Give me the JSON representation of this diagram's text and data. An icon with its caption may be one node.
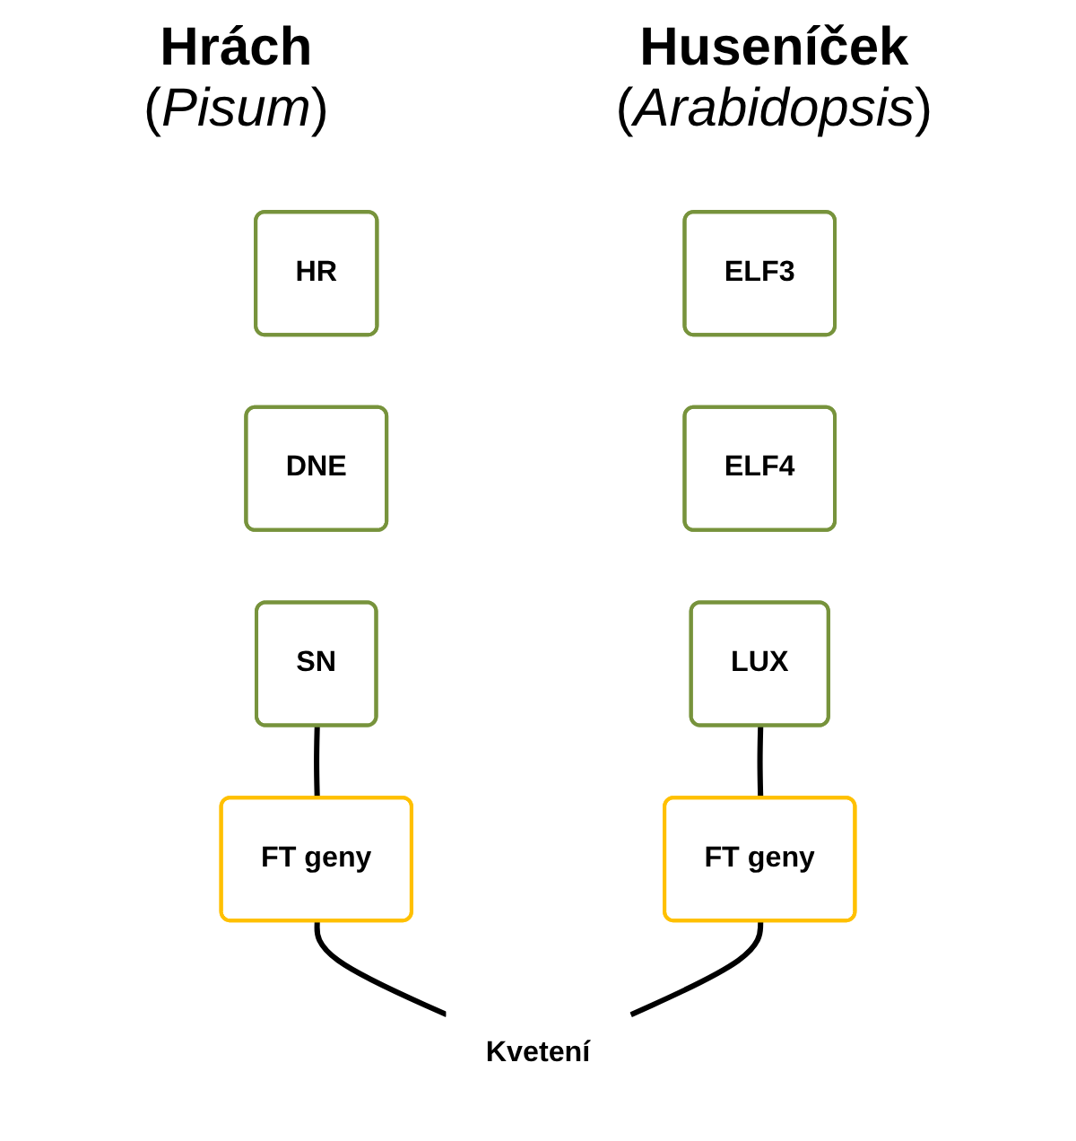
{
  "diagram": {
    "nodes": [
      {
        "text": [
          "HR"
        ]
      },
      {
        "text": [
          "ELF3"
        ]
      },
      {
        "text": [
          "DNE"
        ]
      },
      {
        "text": [
          "ELF4"
        ]
      },
      {
        "text": [
          "SN"
        ]
      },
      {
        "text": [
          "LUX"
        ]
      },
      {
        "text": [
          "FT geny"
        ]
      },
      {
        "text": [
          "FT geny"
        ]
      },
      {
        "text": [
          "Kvetení"
        ]
      }
    ],
    "edges": [
      {
        "from": 4,
        "to": 6,
        "arrow": "none"
      },
      {
        "from": 5,
        "to": 7,
        "arrow": "none"
      },
      {
        "from": 6,
        "to": 8,
        "arrow": "none"
      },
      {
        "from": 7,
        "to": 8,
        "arrow": "none"
      }
    ],
    "labels": [
      "Hrách",
      "(*Pisum*)",
      "Huseníček",
      "(*Arabidopsis*)"
    ]
  }
}
